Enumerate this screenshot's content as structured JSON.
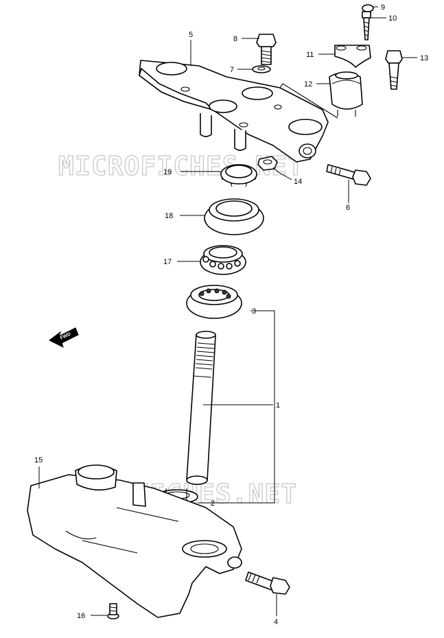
{
  "watermarks": [
    "MICROFICHES.NET",
    "MICROFICHES.NET"
  ],
  "fwd_label": "FWD",
  "callouts": [
    {
      "id": "1",
      "label": "1"
    },
    {
      "id": "2",
      "label": "2"
    },
    {
      "id": "3",
      "label": "3"
    },
    {
      "id": "4",
      "label": "4"
    },
    {
      "id": "5",
      "label": "5"
    },
    {
      "id": "6",
      "label": "6"
    },
    {
      "id": "7",
      "label": "7"
    },
    {
      "id": "8",
      "label": "8"
    },
    {
      "id": "9",
      "label": "9"
    },
    {
      "id": "10",
      "label": "10"
    },
    {
      "id": "11",
      "label": "11"
    },
    {
      "id": "12",
      "label": "12"
    },
    {
      "id": "13",
      "label": "13"
    },
    {
      "id": "14",
      "label": "14"
    },
    {
      "id": "15",
      "label": "15"
    },
    {
      "id": "16",
      "label": "16"
    },
    {
      "id": "17",
      "label": "17"
    },
    {
      "id": "18",
      "label": "18"
    },
    {
      "id": "19",
      "label": "19"
    }
  ]
}
